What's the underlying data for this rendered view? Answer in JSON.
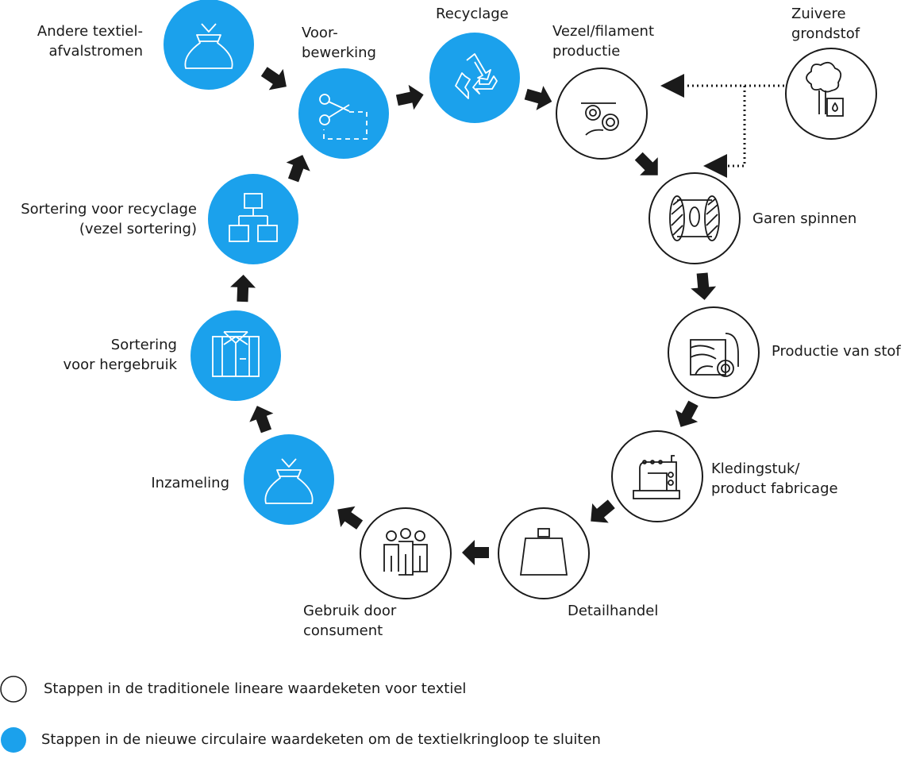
{
  "colors": {
    "circular": "#1ba1ec",
    "traditional": "#ffffff",
    "outline": "#1a1a1a",
    "arrow": "#1a1a1a"
  },
  "steps": {
    "andere": {
      "lines": [
        "Andere textiel-",
        "afvalstromen"
      ],
      "icon": "bag-icon",
      "type": "circular"
    },
    "voorbewerking": {
      "lines": [
        "Voor-",
        "bewerking"
      ],
      "icon": "scissors-icon",
      "type": "circular"
    },
    "recyclage": {
      "lines": [
        "Recyclage"
      ],
      "icon": "recycle-icon",
      "type": "circular"
    },
    "vezel": {
      "lines": [
        "Vezel/filament",
        "productie"
      ],
      "icon": "filament-icon",
      "type": "traditional"
    },
    "zuivere": {
      "lines": [
        "Zuivere",
        "grondstof"
      ],
      "icon": "tree-barrel-icon",
      "type": "traditional"
    },
    "garen": {
      "lines": [
        "Garen spinnen"
      ],
      "icon": "yarn-spool-icon",
      "type": "traditional"
    },
    "stof": {
      "lines": [
        "Productie van stof"
      ],
      "icon": "fabric-roll-icon",
      "type": "traditional"
    },
    "kleding": {
      "lines": [
        "Kledingstuk/",
        "product fabricage"
      ],
      "icon": "sewing-machine-icon",
      "type": "traditional"
    },
    "detail": {
      "lines": [
        "Detailhandel"
      ],
      "icon": "shop-weight-icon",
      "type": "traditional"
    },
    "gebruik": {
      "lines": [
        "Gebruik door",
        "consument"
      ],
      "icon": "people-icon",
      "type": "traditional"
    },
    "inzameling": {
      "lines": [
        "Inzameling"
      ],
      "icon": "bag-icon",
      "type": "circular"
    },
    "hergebruik": {
      "lines": [
        "Sortering",
        "voor hergebruik"
      ],
      "icon": "shirt-box-icon",
      "type": "circular"
    },
    "sortrec": {
      "lines": [
        "Sortering voor recyclage",
        "(vezel sortering)"
      ],
      "icon": "hierarchy-icon",
      "type": "circular"
    }
  },
  "legend": {
    "traditional": "Stappen in de traditionele lineare waardeketen voor textiel",
    "circular": "Stappen in de nieuwe circulaire waardeketen om de textielkringloop te sluiten"
  }
}
